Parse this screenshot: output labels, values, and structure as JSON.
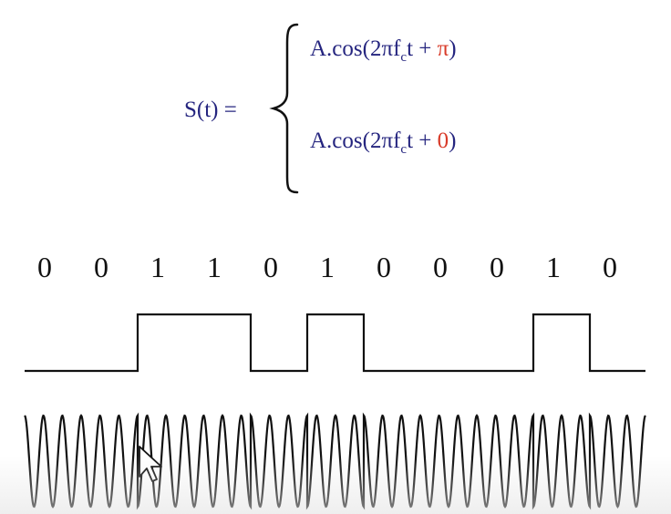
{
  "formula": {
    "lhs": "S(t) =",
    "case_one": {
      "prefix": "A.cos(2πf",
      "subscript": "c",
      "middle": "t + ",
      "phase": "π",
      "suffix": ")"
    },
    "case_two": {
      "prefix": "A.cos(2πf",
      "subscript": "c",
      "middle": "t + ",
      "phase": "0",
      "suffix": ")"
    }
  },
  "bits": [
    "0",
    "0",
    "1",
    "1",
    "0",
    "1",
    "0",
    "0",
    "0",
    "1",
    "0"
  ],
  "colors": {
    "formula": "#25257f",
    "phase": "#d83a28",
    "stroke": "#111111"
  },
  "icons": {
    "pointer": "mouse-pointer-icon"
  }
}
